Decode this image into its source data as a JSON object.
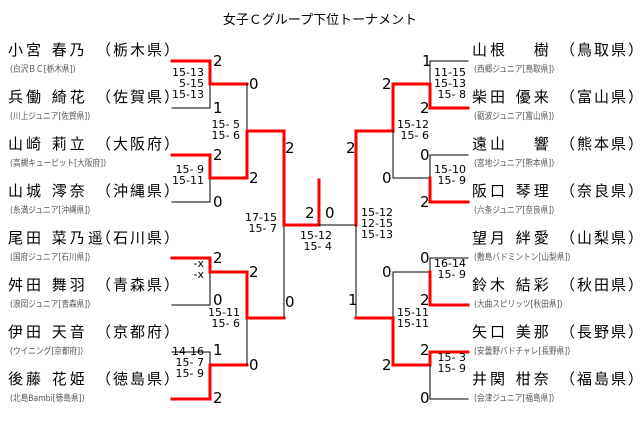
{
  "title": "女子Ｃグループ下位トーナメント",
  "colors": {
    "winner_line": "#ff0000",
    "loser_line": "#000000"
  },
  "left_players": [
    {
      "name": "小宮 春乃",
      "pref": "（栃木県）",
      "team": "(白沢ＢＣ[栃木県])"
    },
    {
      "name": "兵働 綺花",
      "pref": "（佐賀県）",
      "team": "(川上ジュニア[佐賀県])"
    },
    {
      "name": "山崎 莉立",
      "pref": "（大阪府）",
      "team": "(高槻キューピット[大阪府])"
    },
    {
      "name": "山城 澪奈",
      "pref": "（沖縄県）",
      "team": "(糸満ジュニア[沖縄県])"
    },
    {
      "name": "尾田 菜乃遥",
      "pref": "（石川県）",
      "team": "(国府ジュニア[石川県])"
    },
    {
      "name": "舛田 舞羽",
      "pref": "（青森県）",
      "team": "(浪岡ジュニア[青森県])"
    },
    {
      "name": "伊田 天音",
      "pref": "（京都府）",
      "team": "(ウイニング[京都府])"
    },
    {
      "name": "後藤 花姫",
      "pref": "（徳島県）",
      "team": "(北島Bambi[徳島県])"
    }
  ],
  "right_players": [
    {
      "name": "山根 　樹",
      "pref": "（鳥取県）",
      "team": "(西郷ジュニア[鳥取県])"
    },
    {
      "name": "柴田 優来",
      "pref": "（富山県）",
      "team": "(砺波ジュニア[富山県])"
    },
    {
      "name": "遠山 　響",
      "pref": "（熊本県）",
      "team": "(宮地ジュニア[熊本県])"
    },
    {
      "name": "阪口 琴理",
      "pref": "（奈良県）",
      "team": "(六条ジュニア[奈良県])"
    },
    {
      "name": "望月 絆愛",
      "pref": "（山梨県）",
      "team": "(敷島バドミントン[山梨県])"
    },
    {
      "name": "鈴木 結彩",
      "pref": "（秋田県）",
      "team": "(大曲スピリッツ[秋田県])"
    },
    {
      "name": "矢口 美那",
      "pref": "（長野県）",
      "team": "(安曇野バドチャレ[長野県])"
    },
    {
      "name": "井関 柑奈",
      "pref": "（福島県）",
      "team": "(会津ジュニア[福島県])"
    }
  ],
  "match_scores": {
    "l1": [
      "2",
      "1"
    ],
    "l2": [
      "2",
      "0"
    ],
    "l3": [
      "2",
      "0"
    ],
    "l4": [
      "1",
      "2"
    ],
    "l5": [
      "0",
      "2"
    ],
    "l6": [
      "2",
      "0"
    ],
    "l7": [
      "2",
      "0"
    ],
    "final": [
      "2",
      "0"
    ],
    "r7": [
      "2",
      "1"
    ],
    "r5": [
      "2",
      "0"
    ],
    "r6": [
      "0",
      "2"
    ],
    "r1": [
      "1",
      "2"
    ],
    "r2": [
      "0",
      "2"
    ],
    "r3": [
      "0",
      "2"
    ],
    "r4": [
      "2",
      "0"
    ]
  },
  "game_scores": {
    "l1": [
      "15-13",
      "5-15",
      "15-13"
    ],
    "l2": [
      "15- 9",
      "15-11"
    ],
    "l3": [
      "-x",
      "-x"
    ],
    "l4": [
      "14-16",
      "15- 7",
      "15- 9"
    ],
    "l5": [
      "15- 5",
      "15- 6"
    ],
    "l6": [
      "15-11",
      "15- 6"
    ],
    "l7": [
      "17-15",
      "15- 7"
    ],
    "final": [
      "15-12",
      "15- 4"
    ],
    "r7": [
      "15-12",
      "12-15",
      "15-13"
    ],
    "r5": [
      "15-12",
      "15- 6"
    ],
    "r6": [
      "15-11",
      "15-11"
    ],
    "r1": [
      "11-15",
      "15-13",
      "15- 8"
    ],
    "r2": [
      "15-10",
      "15- 9"
    ],
    "r3": [
      "16-14",
      "15- 9"
    ],
    "r4": [
      "15- 3",
      "15- 9"
    ]
  }
}
